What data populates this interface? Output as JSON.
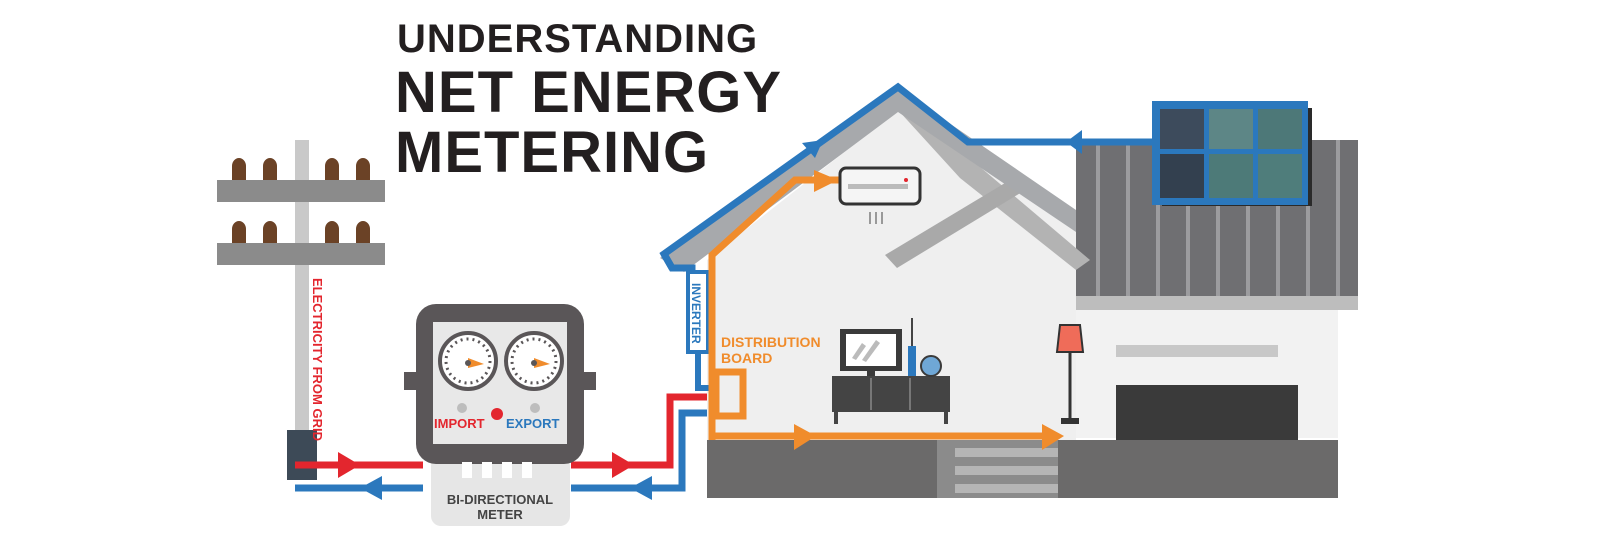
{
  "title": {
    "line1": "UNDERSTANDING",
    "line2": "NET ENERGY",
    "line3": "METERING"
  },
  "labels": {
    "grid": "ELECTRICITY FROM GRID",
    "import": "IMPORT",
    "export": "EXPORT",
    "meter_line1": "BI-DIRECTIONAL",
    "meter_line2": "METER",
    "inverter": "INVERTER",
    "distribution_line1": "DISTRIBUTION",
    "distribution_line2": "BOARD"
  },
  "colors": {
    "import_flow": "#e3262e",
    "export_flow": "#2b78bd",
    "house_flow": "#f08c2c",
    "title_text": "#231f20"
  },
  "icons": {
    "pole": "utility-pole-icon",
    "meter": "bi-directional-meter-icon",
    "solar": "solar-panel-icon",
    "ac": "air-conditioner-icon",
    "tv": "television-icon",
    "lamp": "floor-lamp-icon"
  }
}
